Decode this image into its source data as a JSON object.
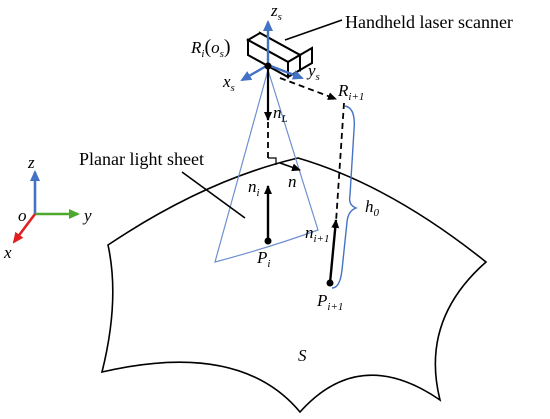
{
  "colors": {
    "axis_blue": "#4472c4",
    "axis_green": "#4ea72e",
    "axis_red": "#e02020",
    "sheet_blue": "#6f8fcf",
    "ink": "#000000"
  },
  "labels": {
    "scanner": "Handheld laser scanner",
    "sheet": "Planar light sheet",
    "surface": "S",
    "frame_R": "R",
    "frame_R_sub": "i",
    "frame_os": "o",
    "frame_os_sub": "s",
    "zs": "z",
    "zs_sub": "s",
    "xs": "x",
    "xs_sub": "s",
    "ys": "y",
    "ys_sub": "s",
    "Ri1": "R",
    "Ri1_sub": "i+1",
    "nL": "n",
    "nL_sub": "L",
    "n": "n",
    "ni": "n",
    "ni_sub": "i",
    "ni1": "n",
    "ni1_sub": "i+1",
    "Pi": "P",
    "Pi_sub": "i",
    "Pi1": "P",
    "Pi1_sub": "i+1",
    "h0": "h",
    "h0_sub": "0",
    "wz": "z",
    "wy": "y",
    "wx": "x",
    "wo": "o"
  }
}
